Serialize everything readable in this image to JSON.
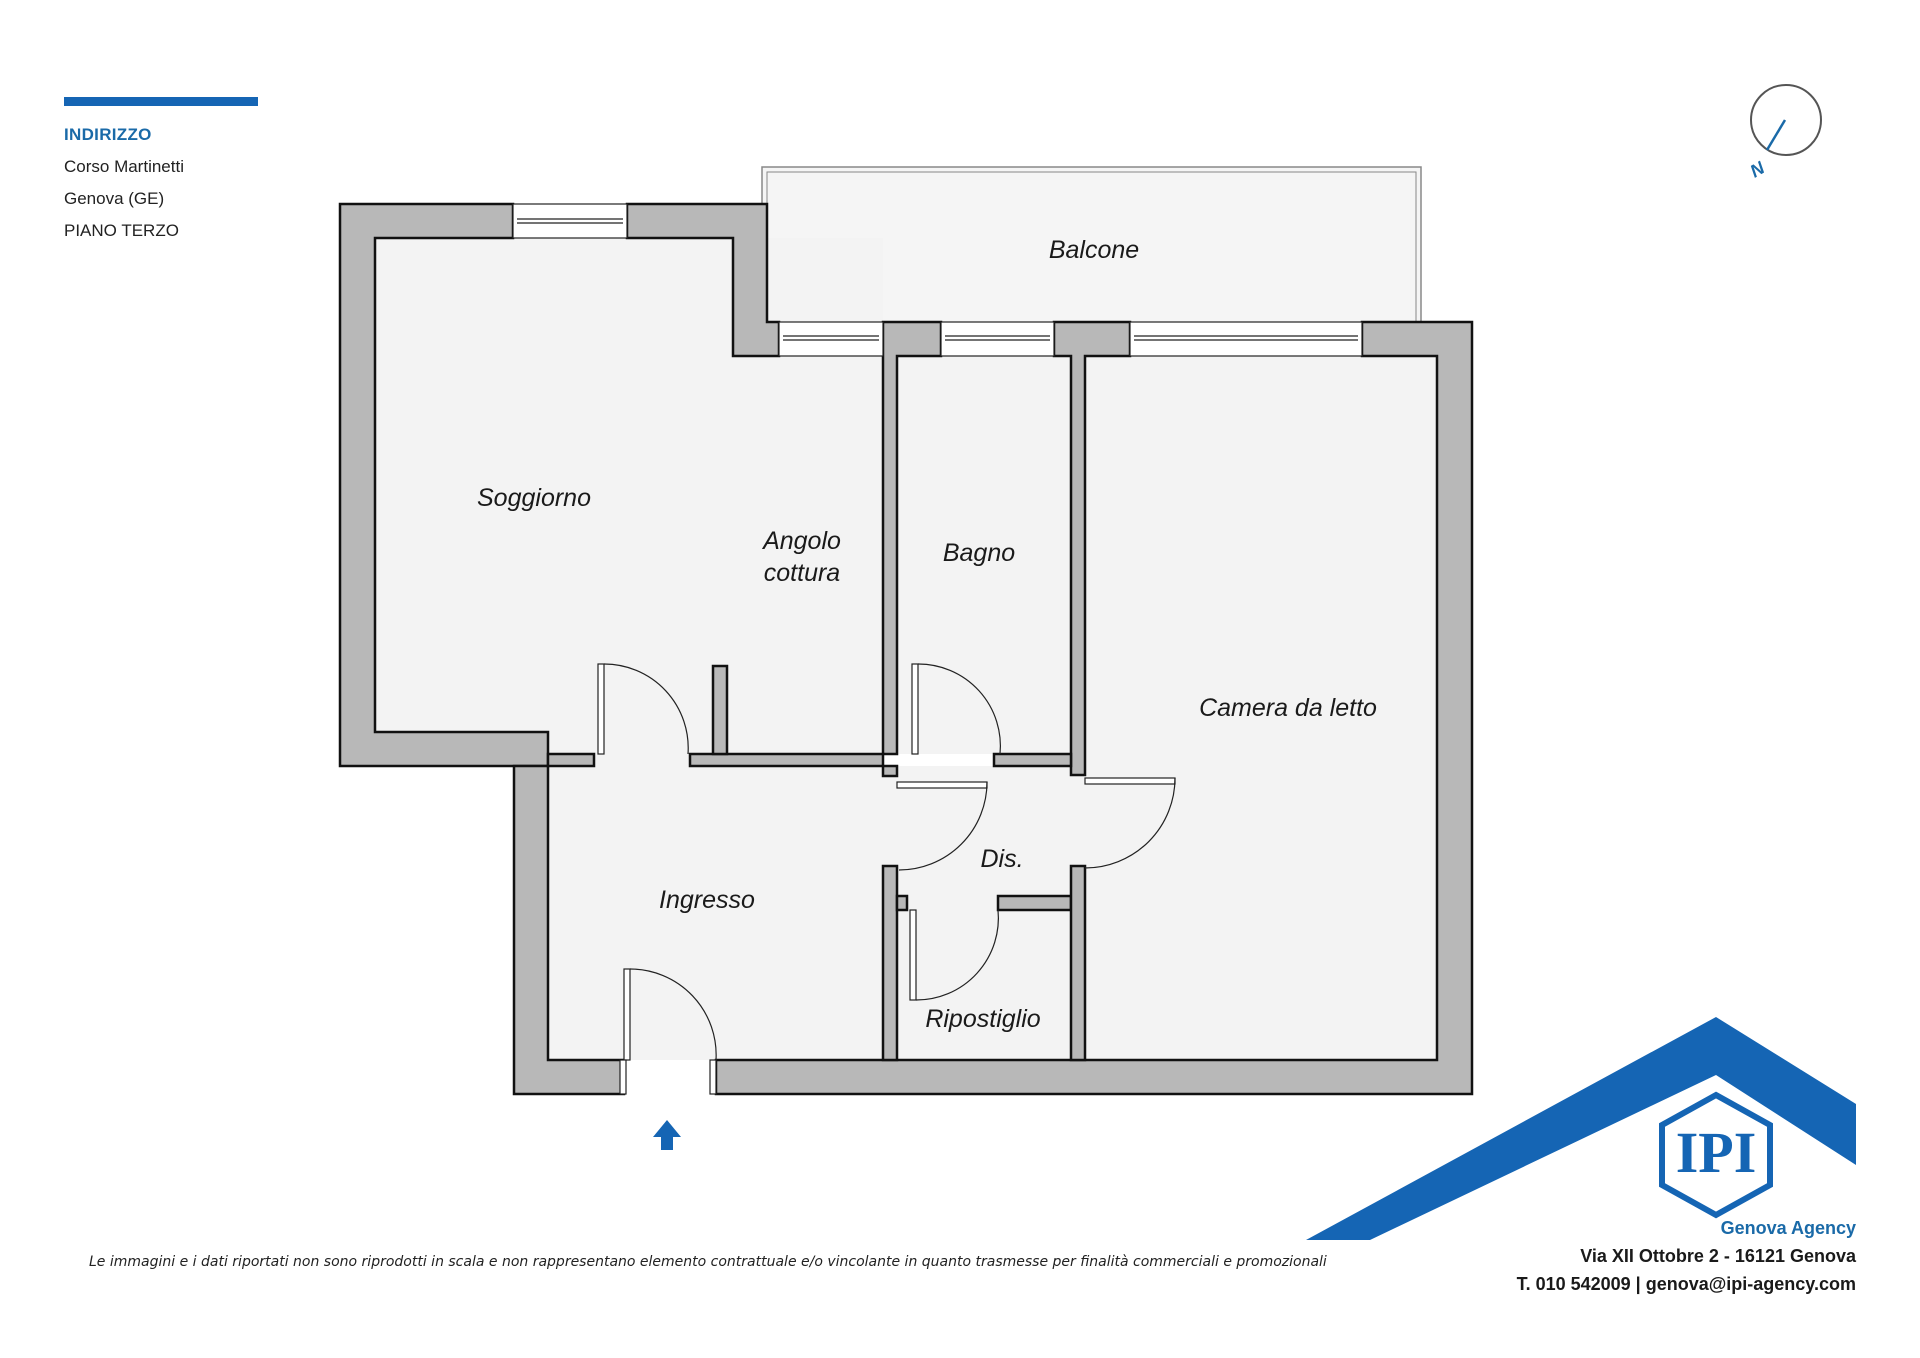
{
  "address": {
    "title": "INDIRIZZO",
    "street": "Corso Martinetti",
    "city": "Genova (GE)",
    "floor": "PIANO TERZO"
  },
  "compass": {
    "label": "N"
  },
  "rooms": {
    "balcone": "Balcone",
    "soggiorno": "Soggiorno",
    "angolo_line1": "Angolo",
    "angolo_line2": "cottura",
    "bagno": "Bagno",
    "camera": "Camera da letto",
    "dis": "Dis.",
    "ingresso": "Ingresso",
    "ripostiglio": "Ripostiglio"
  },
  "entrance_arrow": "entrance-arrow",
  "disclaimer": "Le immagini e i dati riportati non sono riprodotti in scala e non rappresentano elemento contrattuale e/o vincolante in quanto trasmesse per finalità commerciali e promozionali",
  "agency": {
    "logo_text": "IPI",
    "name": "Genova Agency",
    "address": "Via XII Ottobre 2 - 16121 Genova",
    "contact": "T. 010 542009 | genova@ipi-agency.com"
  },
  "colors": {
    "brand_blue": "#1565b4",
    "wall": "#b8b8b8",
    "floor": "#f3f3f3"
  }
}
